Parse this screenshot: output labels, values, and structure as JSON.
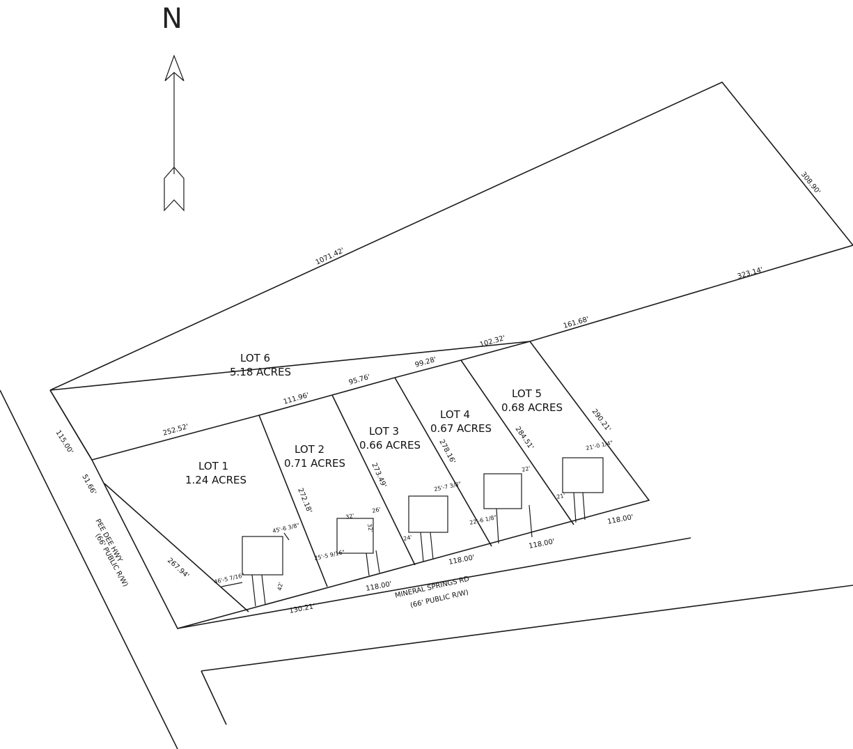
{
  "north": {
    "label": "N"
  },
  "lots": [
    {
      "name": "LOT 6",
      "area": "5.18 ACRES"
    },
    {
      "name": "LOT 1",
      "area": "1.24 ACRES"
    },
    {
      "name": "LOT 2",
      "area": "0.71 ACRES"
    },
    {
      "name": "LOT 3",
      "area": "0.66 ACRES"
    },
    {
      "name": "LOT 4",
      "area": "0.67 ACRES"
    },
    {
      "name": "LOT 5",
      "area": "0.68 ACRES"
    }
  ],
  "dims": {
    "d1071": "1071.42'",
    "d308": "308.90'",
    "d323": "323.14'",
    "d161": "161.68'",
    "d102": "102.32'",
    "d99": "99.28'",
    "d95": "95.76'",
    "d111": "111.96'",
    "d252": "252.52'",
    "d115": "115.00'",
    "d51": "51.66'",
    "d267": "267.94'",
    "d130": "130.21'",
    "d118a": "118.00'",
    "d118b": "118.00'",
    "d118c": "118.00'",
    "d118d": "118.00'",
    "d272": "272.18'",
    "d273": "273.49'",
    "d278": "278.16'",
    "d284": "284.51'",
    "d290": "290.21'"
  },
  "setbacks": {
    "s1": "45'-6 3/8\"",
    "s2": "46'-5 7/16\"",
    "s3": "42'",
    "s4": "32'",
    "s5": "26'",
    "s6": "32'",
    "s7": "25'-5 9/16\"",
    "s8": "25'-7 3/8\"",
    "s9": "24'",
    "s10": "22'",
    "s11": "22'-6 1/8\"",
    "s12": "21'",
    "s13": "21'-0 1/4\""
  },
  "roads": {
    "pee_dee_name": "PEE DEE HWY",
    "pee_dee_row": "(66' PUBLIC R/W)",
    "mineral_name": "MINERAL SPRINGS RD",
    "mineral_row": "(66' PUBLIC R/W)"
  }
}
